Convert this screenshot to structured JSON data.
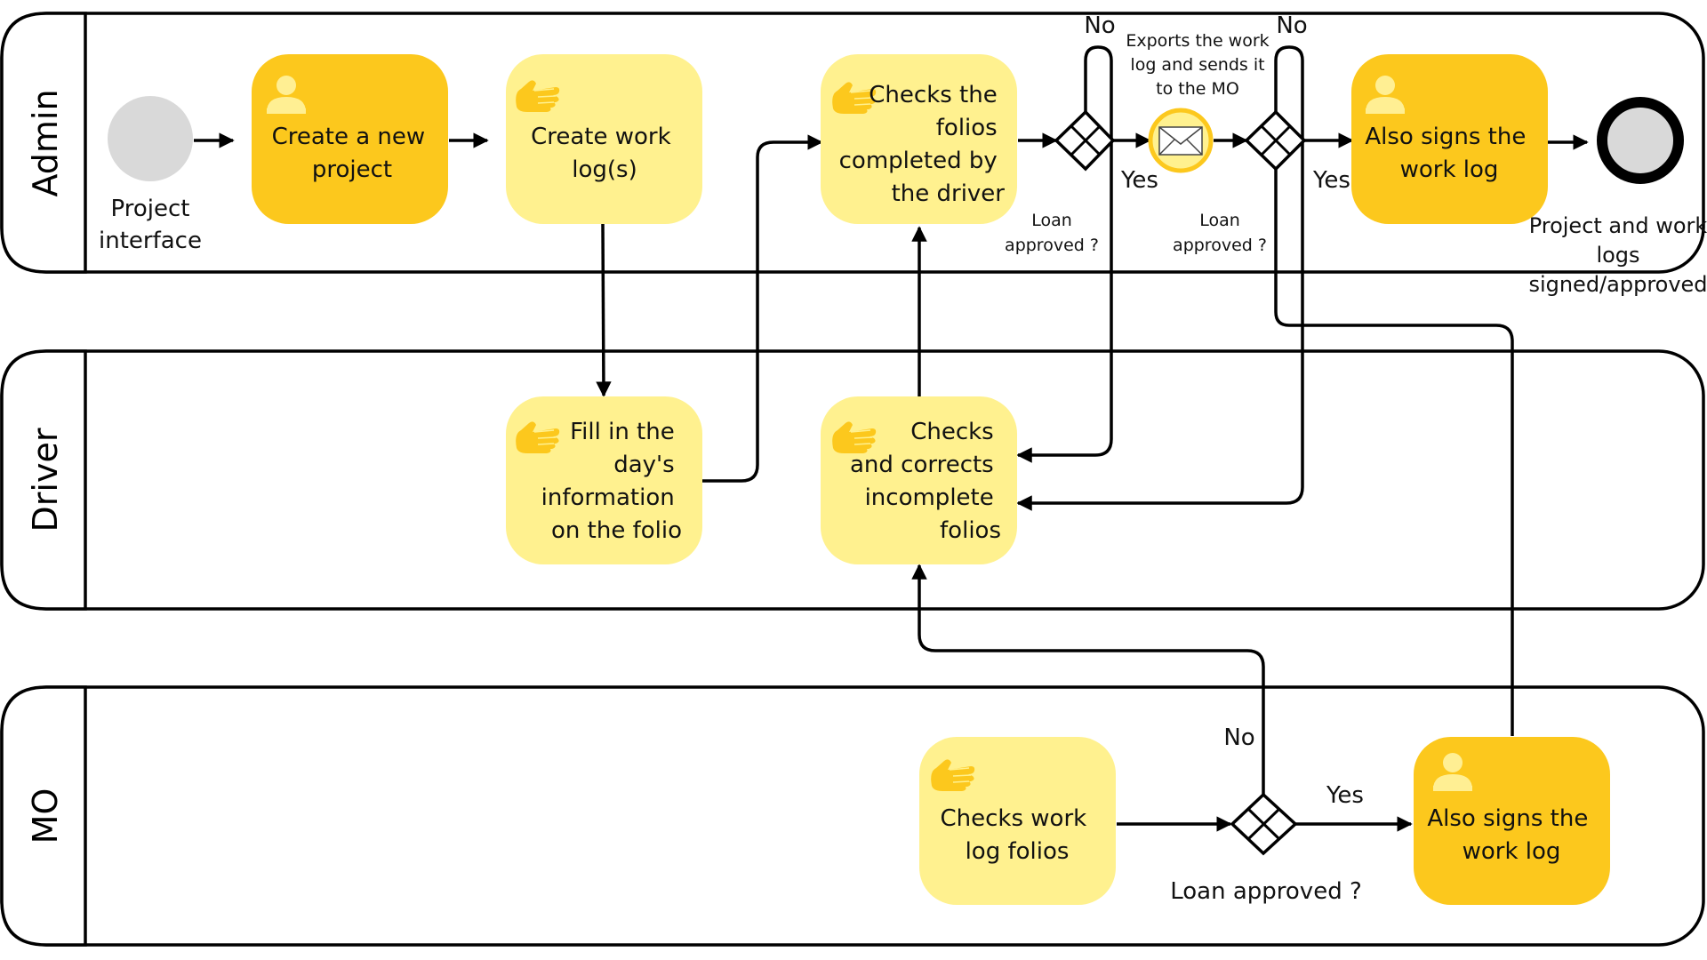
{
  "lanes": {
    "admin": "Admin",
    "driver": "Driver",
    "mo": "MO"
  },
  "events": {
    "start_label_1": "Project",
    "start_label_2": "interface",
    "end_label_1": "Project and work",
    "end_label_2": "logs",
    "end_label_3": "signed/approved",
    "message_label_1": "Exports the work",
    "message_label_2": "log and sends it",
    "message_label_3": "to the MO"
  },
  "tasks": {
    "create_project": [
      "Create a new",
      "project"
    ],
    "create_work_log": [
      "Create work",
      "log(s)"
    ],
    "check_folios": [
      "Checks the",
      "folios",
      "completed by",
      "the driver"
    ],
    "admin_sign": [
      "Also signs the",
      "work log"
    ],
    "fill_info": [
      "Fill in the",
      "day's",
      "information",
      "on the folio"
    ],
    "correct_folios": [
      "Checks",
      "and corrects",
      "incomplete",
      "folios"
    ],
    "mo_check": [
      "Checks work",
      "log folios"
    ],
    "mo_sign": [
      "Also signs the",
      "work log"
    ]
  },
  "gateways": {
    "admin_1_question_1": "Loan",
    "admin_1_question_2": "approved ?",
    "admin_1_no": "No",
    "admin_1_yes": "Yes",
    "admin_2_question_1": "Loan",
    "admin_2_question_2": "approved ?",
    "admin_2_no": "No",
    "admin_2_yes": "Yes",
    "mo_question": "Loan approved ?",
    "mo_no": "No",
    "mo_yes": "Yes"
  },
  "icons": {
    "user_task": "user-icon",
    "manual_task": "hand-icon",
    "message": "envelope-icon",
    "gateway": "exclusive-gateway-icon"
  },
  "colors": {
    "task_dark": "#fcc81d",
    "task_light": "#fff18f",
    "start_fill": "#d9d9d9",
    "lane_stroke": "#000000"
  }
}
